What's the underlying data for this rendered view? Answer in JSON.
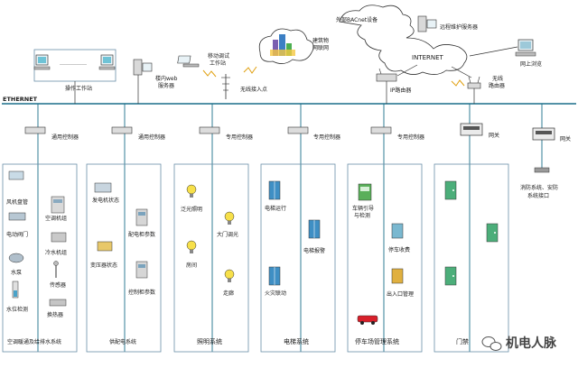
{
  "ethernet": "ETHERNET",
  "top": {
    "workstation": "操作工作站",
    "dots": "……………",
    "web_server": [
      "楼内web",
      "服务器"
    ],
    "mobile": [
      "移动调试",
      "工作站"
    ],
    "wireless_ap": "无线接入点",
    "iot": [
      "建筑物",
      "网联网"
    ],
    "bacnet": "外部BACnet设备",
    "remote_server": "远程维护服务器",
    "internet": "INTERNET",
    "browse": "网上浏览",
    "ip_router": "IP路由器",
    "wireless_router": [
      "无线",
      "路由器"
    ]
  },
  "controllers": {
    "general": "通用控制器",
    "special": "专用控制器",
    "gateway": "网关"
  },
  "hvac": {
    "items": [
      "风机盘管",
      "空调机组",
      "电动阀门",
      "冷水机组",
      "水泵",
      "传感器",
      "水位检测",
      "换热器"
    ],
    "title": "空调暖通及给排水系统"
  },
  "power": {
    "items": [
      "发电机状态",
      "配电柜参数",
      "变压器状态",
      "控制柜参数"
    ],
    "title": "供配电系统"
  },
  "lighting": {
    "items": [
      "泛光照明",
      "大门调光",
      "房间",
      "走廊"
    ],
    "title": "照明系统"
  },
  "elevator": {
    "items": [
      "电梯运行",
      "电梯报警",
      "火灾联动"
    ],
    "title": "电梯系统"
  },
  "parking": {
    "items": [
      "车辆引导",
      "与检测",
      "停车收费",
      "出入口管理"
    ],
    "title": "停车场管理系统"
  },
  "door": {
    "title": "门禁"
  },
  "fire": {
    "items": [
      "消防系统、安防",
      "系统接口"
    ]
  },
  "watermark": "机电人脉"
}
